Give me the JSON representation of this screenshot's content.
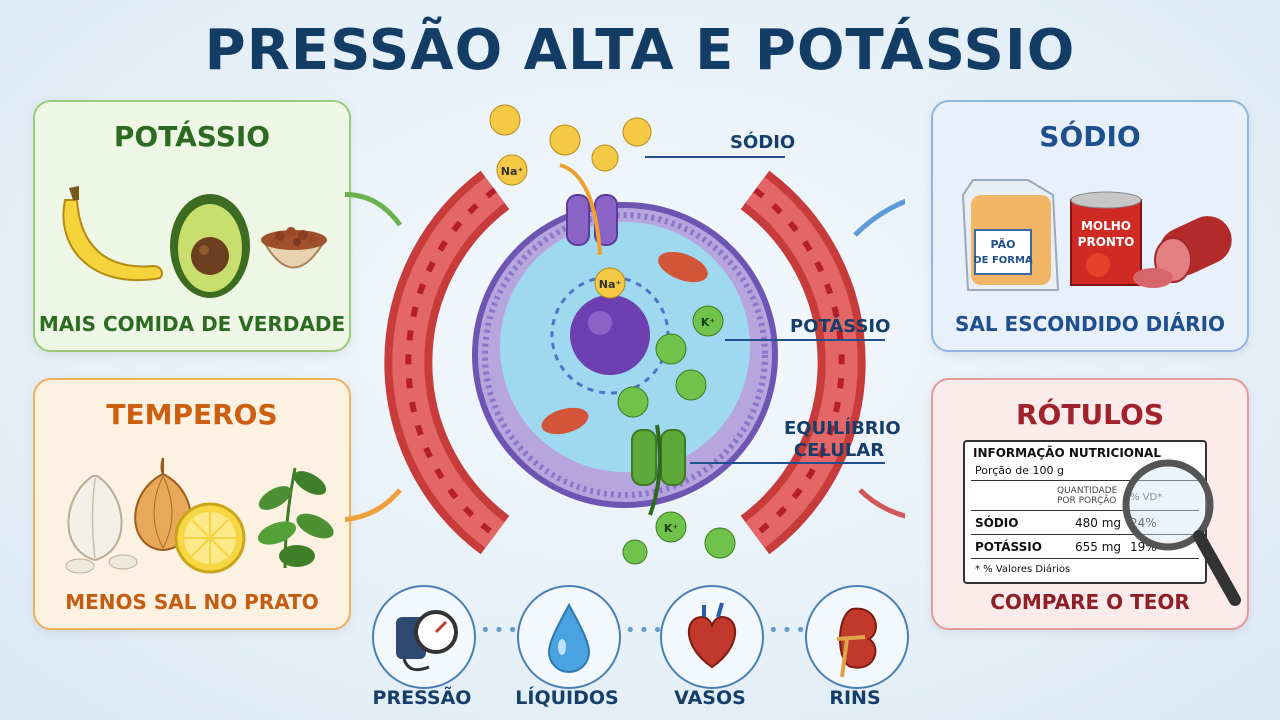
{
  "title": "PRESSÃO ALTA E POTÁSSIO",
  "panels": {
    "potassio": {
      "title": "POTÁSSIO",
      "caption": "MAIS COMIDA DE VERDADE"
    },
    "temperos": {
      "title": "TEMPEROS",
      "caption": "MENOS SAL NO PRATO"
    },
    "sodio": {
      "title": "SÓDIO",
      "caption": "SAL ESCONDIDO DIÁRIO",
      "bread_tag": [
        "PÃO",
        "DE FORMA"
      ],
      "can_tag": [
        "MOLHO",
        "PRONTO"
      ]
    },
    "rotulos": {
      "title": "RÓTULOS",
      "caption": "COMPARE O TEOR"
    }
  },
  "cell": {
    "label_sodio": "SÓDIO",
    "label_potassio": "POTÁSSIO",
    "label_equilibrio": [
      "EQUILÍBRIO",
      "CELULAR"
    ],
    "ion_na": "Na⁺",
    "ion_k": "K⁺"
  },
  "nutrition_label": {
    "heading": "INFORMAÇÃO NUTRICIONAL",
    "porcao": "Porção de 100 g",
    "col_qty": "QUANTIDADE POR PORÇÃO",
    "col_vd": "% VD*",
    "rows": [
      {
        "name": "SÓDIO",
        "value": "480 mg",
        "vd": "24%"
      },
      {
        "name": "POTÁSSIO",
        "value": "655 mg",
        "vd": "19%"
      }
    ],
    "footnote": "* % Valores Diários"
  },
  "bottom_icons": [
    {
      "label": "PRESSÃO",
      "icon": "blood-pressure-gauge-icon"
    },
    {
      "label": "LÍQUIDOS",
      "icon": "water-drop-icon"
    },
    {
      "label": "VASOS",
      "icon": "heart-icon"
    },
    {
      "label": "RINS",
      "icon": "kidney-icon"
    }
  ],
  "colors": {
    "title": "#143d66",
    "potassio_green": "#2e6b22",
    "temperos_orange": "#cc5f10",
    "sodio_blue": "#1f4f8c",
    "rotulos_red": "#a0222a"
  }
}
